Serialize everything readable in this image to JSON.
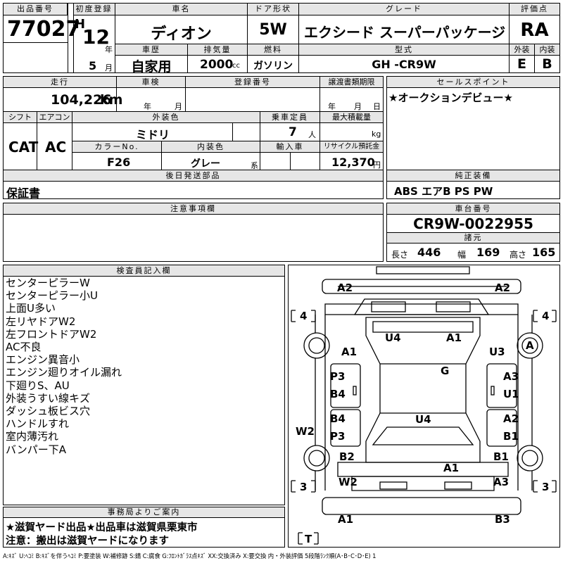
{
  "header": {
    "lot_label": "出品番号",
    "lot_number": "77027",
    "first_reg_label": "初度登録",
    "era": "H",
    "year_value": "12",
    "year_unit": "年",
    "month_value": "5",
    "month_unit": "月",
    "car_name_label": "車名",
    "car_name": "ディオン",
    "door_label": "ドア形状",
    "door_value": "5W",
    "grade_label": "グレード",
    "grade_value": "エクシード スーパーパッケージ",
    "score_label": "評価点",
    "score_value": "RA",
    "history_label": "車歴",
    "history_value": "自家用",
    "displacement_label": "排気量",
    "displacement_value": "2000",
    "displacement_unit": "cc",
    "fuel_label": "燃料",
    "fuel_value": "ガソリン",
    "model_label": "型式",
    "model_value": "GH -CR9W",
    "exterior_label": "外装",
    "exterior_value": "E",
    "interior_label": "内装",
    "interior_value": "B"
  },
  "specs": {
    "mileage_label": "走行",
    "mileage_value": "104,226",
    "mileage_unit": "km",
    "inspection_label": "車検",
    "inspection_year_unit": "年",
    "inspection_month_unit": "月",
    "registration_label": "登録番号",
    "transfer_label": "譲渡書類期限",
    "transfer_year_unit": "年",
    "transfer_month_unit": "月",
    "transfer_day_unit": "日",
    "shift_label": "シフト",
    "shift_value": "CAT",
    "aircon_label": "エアコン",
    "aircon_value": "AC",
    "color_label": "外装色",
    "color_value": "ミドリ",
    "capacity_label": "乗車定員",
    "capacity_value": "7",
    "capacity_unit": "人",
    "load_label": "最大積載量",
    "load_unit": "kg",
    "color_no_label": "カラーNo.",
    "color_no_value": "F26",
    "interior_color_label": "内装色",
    "interior_color_value": "グレー",
    "interior_color_unit": "系",
    "import_label": "輸入車",
    "recycle_label": "リサイクル預託金",
    "recycle_value": "12,370",
    "recycle_unit": "円"
  },
  "sales_point": {
    "label": "セールスポイント",
    "text": "★オークションデビュー★"
  },
  "later_parts": {
    "label": "後日発送部品",
    "text": "保証書"
  },
  "equipment": {
    "label": "純正装備",
    "text": "ABS エアB PS PW"
  },
  "caution": {
    "label": "注意事項欄"
  },
  "chassis": {
    "label": "車台番号",
    "value": "CR9W-0022955",
    "dims_label": "諸元",
    "length_label": "長さ",
    "length_value": "446",
    "width_label": "幅",
    "width_value": "169",
    "height_label": "高さ",
    "height_value": "165"
  },
  "inspector": {
    "label": "検査員記入欄",
    "notes": [
      "センターピラーW",
      "センターピラー小U",
      "上面U多い",
      "左リヤドアW2",
      "左フロントドアW2",
      "AC不良",
      "エンジン異音小",
      "エンジン廻りオイル漏れ",
      "下廻りS、AU",
      "外装うすい線キズ",
      "ダッシュ板ビス穴",
      "ハンドルすれ",
      "室内薄汚れ",
      "バンパー下A"
    ]
  },
  "office": {
    "label": "事務局よりご案内",
    "line1": "★滋賀ヤード出品★出品車は滋賀県栗東市",
    "line2": "注意：搬出は滋賀ヤードになります"
  },
  "diagram": {
    "marks": {
      "a2_rear_left": "A2",
      "a2_rear_right": "A2",
      "tire_rl": "4",
      "tire_rr": "4",
      "tire_fl": "3",
      "tire_fr": "3",
      "spare": "T",
      "u4_roof_rear": "U4",
      "a1_roof": "A1",
      "a1_left_rear": "A1",
      "u3_right_rear": "U3",
      "a_right_wheel": "A",
      "g_roof": "G",
      "p3_left": "P3",
      "b4_left": "B4",
      "a3_right_door": "A3",
      "u1_right_door": "U1",
      "u4_center": "U4",
      "b4_left_front": "B4",
      "p3_left_front": "P3",
      "a2_right_front": "A2",
      "b1_right_front": "B1",
      "w2_left": "W2",
      "b2_left": "B2",
      "b1_right": "B1",
      "a1_hood": "A1",
      "w2_left_front": "W2",
      "a3_right_front": "A3",
      "a1_front_bumper": "A1",
      "b3_front_bumper": "B3"
    }
  },
  "legend": "A:ｷｽﾞ U:ﾍｺﾐ B:ｷｽﾞを伴うﾍｺﾐ P:要塗装 W:補修跡 S:錆 C:腐食 G:ﾌﾛﾝﾄｶﾞﾗｽ点ｷｽﾞ XX:交換済み X:要交換 内・外装評価 5段階ﾗﾝｸ順(A･B･C･D･E) 1"
}
